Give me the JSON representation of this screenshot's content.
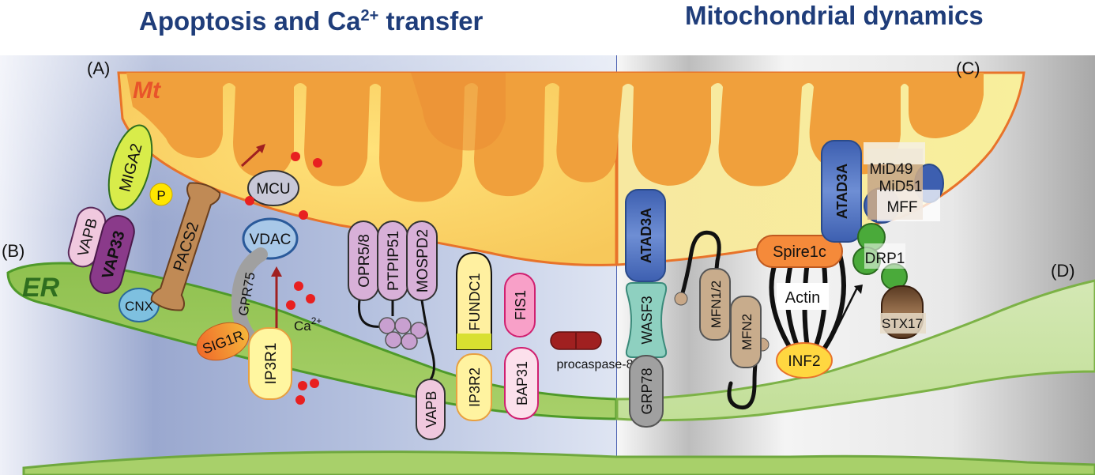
{
  "titles": {
    "left_main": "Apoptosis and Ca",
    "left_sup": "2+",
    "left_tail": " transfer",
    "right": "Mitochondrial dynamics"
  },
  "panel_letters": {
    "a": "(A)",
    "b": "(B)",
    "c": "(C)",
    "d": "(D)"
  },
  "compartments": {
    "mito": "Mt",
    "er": "ER"
  },
  "proteins": {
    "miga2": "MIGA2",
    "p": "P",
    "vapb": "VAPB",
    "vap33": "VAP33",
    "cnx": "CNX",
    "pacs2": "PACS2",
    "mcu": "MCU",
    "vdac": "VDAC",
    "gpr75": "GPR75",
    "sig1r": "SIG1R",
    "ip3r1": "IP3R1",
    "ca": "Ca",
    "ca_sup": "2+",
    "opr58": "OPR5/8",
    "ptpip51": "PTPIP51",
    "mospd2": "MOSPD2",
    "vapb2": "VAPB",
    "fundc1": "FUNDC1",
    "ip3r2": "IP3R2",
    "fis1": "FIS1",
    "bap31": "BAP31",
    "procaspase8": "procaspase-8",
    "atad3a_left": "ATAD3A",
    "wasf3": "WASF3",
    "grp78": "GRP78",
    "mfn12": "MFN1/2",
    "mfn2": "MFN2",
    "spire1c": "Spire1c",
    "actin": "Actin",
    "inf2": "INF2",
    "atad3a_right": "ATAD3A",
    "mid49": "MiD49",
    "mid51": "MiD51",
    "mff": "MFF",
    "drp1": "DRP1",
    "stx17": "STX17"
  }
}
